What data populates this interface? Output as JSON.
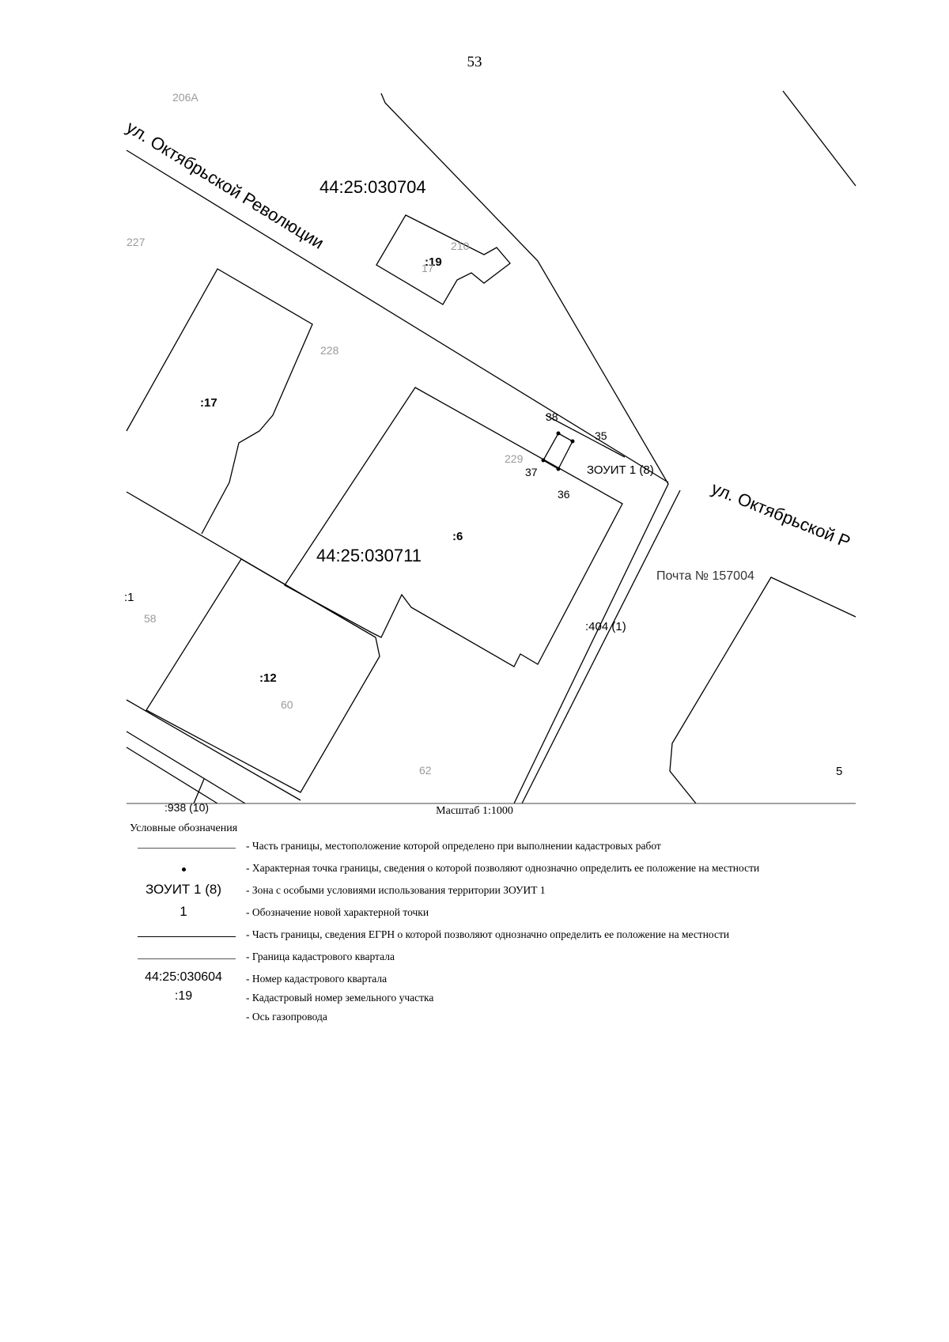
{
  "page_number": "53",
  "map": {
    "streets": {
      "street_main": "ул. Октябрьской Революции",
      "street_right": "ул. Октябрьской Р"
    },
    "quarters": {
      "q_top": "44:25:030704",
      "q_center": "44:25:030711"
    },
    "parcels": {
      "p19": ":19",
      "p17": ":17",
      "p6": ":6",
      "p12": ":12",
      "p404": ":404 (1)",
      "p938": ":938 (10)",
      "p1": ":1"
    },
    "points": {
      "pt38": "38",
      "pt35": "35",
      "pt37": "37",
      "pt36": "36"
    },
    "zone_label": "ЗОУИТ 1 (8)",
    "post_label": "Почта № 157004",
    "house_numbers": {
      "h206a": "206А",
      "h227": "227",
      "h210": "210",
      "h17": "17",
      "h228": "228",
      "h229": "229",
      "h58": "58",
      "h60": "60",
      "h62": "62",
      "h5": "5"
    }
  },
  "scale_text": "Масштаб 1:1000",
  "legend": {
    "title": "Условные обозначения",
    "items": [
      {
        "symbol": "",
        "text": "- Часть границы, местоположение которой определено при выполнении кадастровых работ"
      },
      {
        "symbol": "",
        "text": "- Характерная точка границы, сведения о которой позволяют однозначно определить ее положение на местности"
      },
      {
        "symbol": "ЗОУИТ 1 (8)",
        "text": "- Зона с особыми условиями использования территории ЗОУИТ 1"
      },
      {
        "symbol": "1",
        "text": "- Обозначение новой характерной точки"
      },
      {
        "symbol": "",
        "text": "- Часть границы, сведения ЕГРН о которой позволяют однозначно определить ее положение на местности"
      },
      {
        "symbol": "",
        "text": "- Граница кадастрового квартала"
      },
      {
        "symbol": "44:25:030604",
        "text": "- Номер кадастрового квартала"
      },
      {
        "symbol": ":19",
        "text": "- Кадастровый номер земельного участка"
      },
      {
        "symbol": "",
        "text": "- Ось газопровода"
      }
    ]
  }
}
